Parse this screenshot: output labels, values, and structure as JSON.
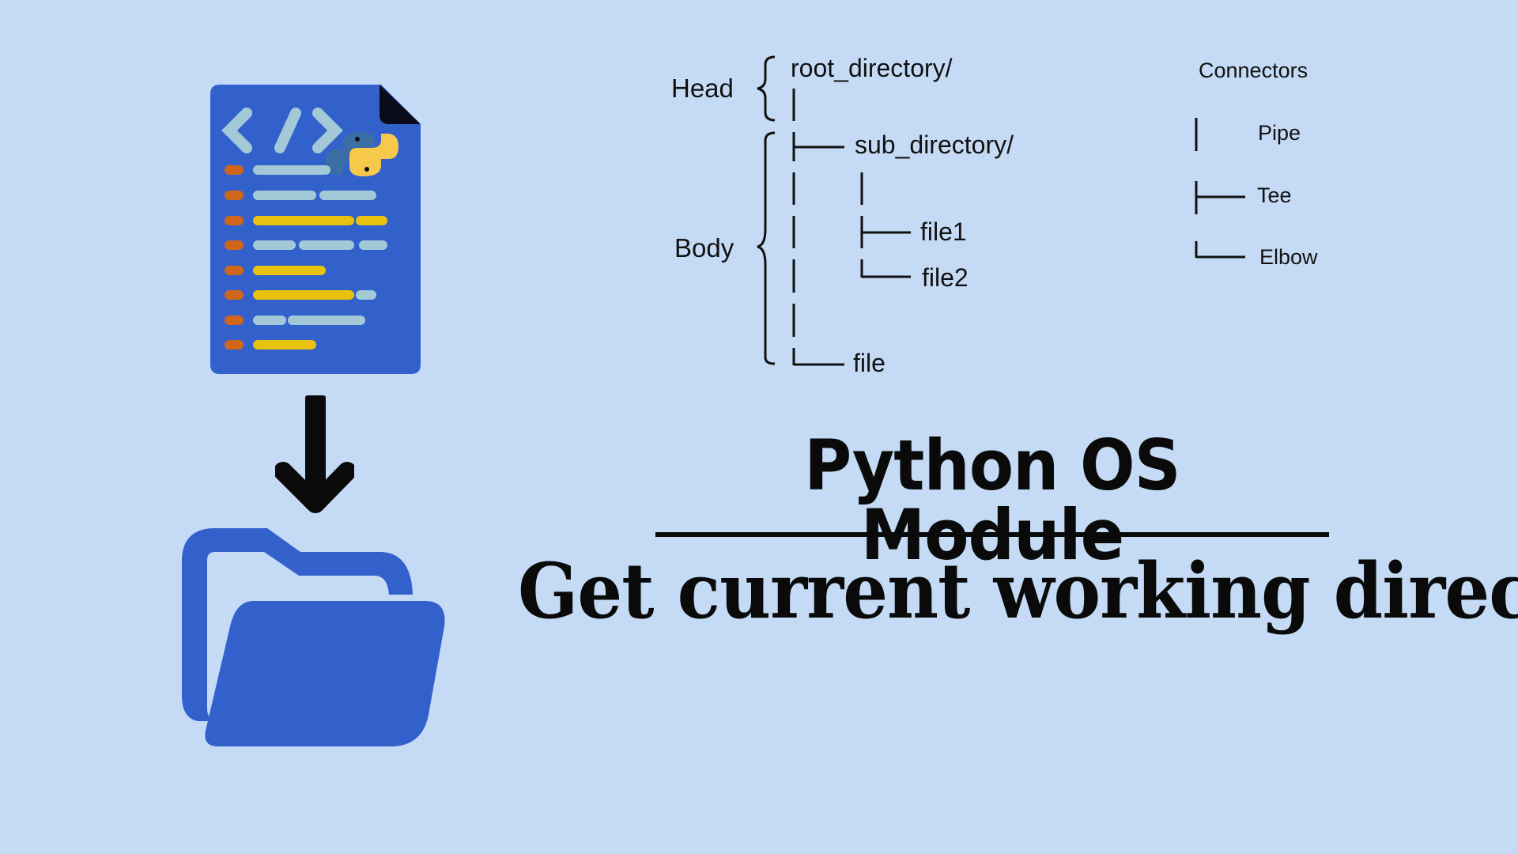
{
  "colors": {
    "background": "#c5dbf5",
    "icon_blue": "#3361cc",
    "code_lightblue": "#a3c8d6",
    "code_yellow": "#e8c20e",
    "code_orange": "#d0661a",
    "dark": "#0a0a0a"
  },
  "tree": {
    "head_label": "Head",
    "body_label": "Body",
    "root": "root_directory/",
    "sub_directory": "sub_directory/",
    "file1": "file1",
    "file2": "file2",
    "file": "file"
  },
  "connectors": {
    "title": "Connectors",
    "items": [
      {
        "symbol": "pipe",
        "label": "Pipe"
      },
      {
        "symbol": "tee",
        "label": "Tee"
      },
      {
        "symbol": "elbow",
        "label": "Elbow"
      }
    ]
  },
  "heading": {
    "title": "Python OS Module",
    "subtitle": "Get current working direc"
  },
  "icons": {
    "left_top": "python-code-file-icon",
    "left_middle": "arrow-down-icon",
    "left_bottom": "open-folder-icon"
  }
}
